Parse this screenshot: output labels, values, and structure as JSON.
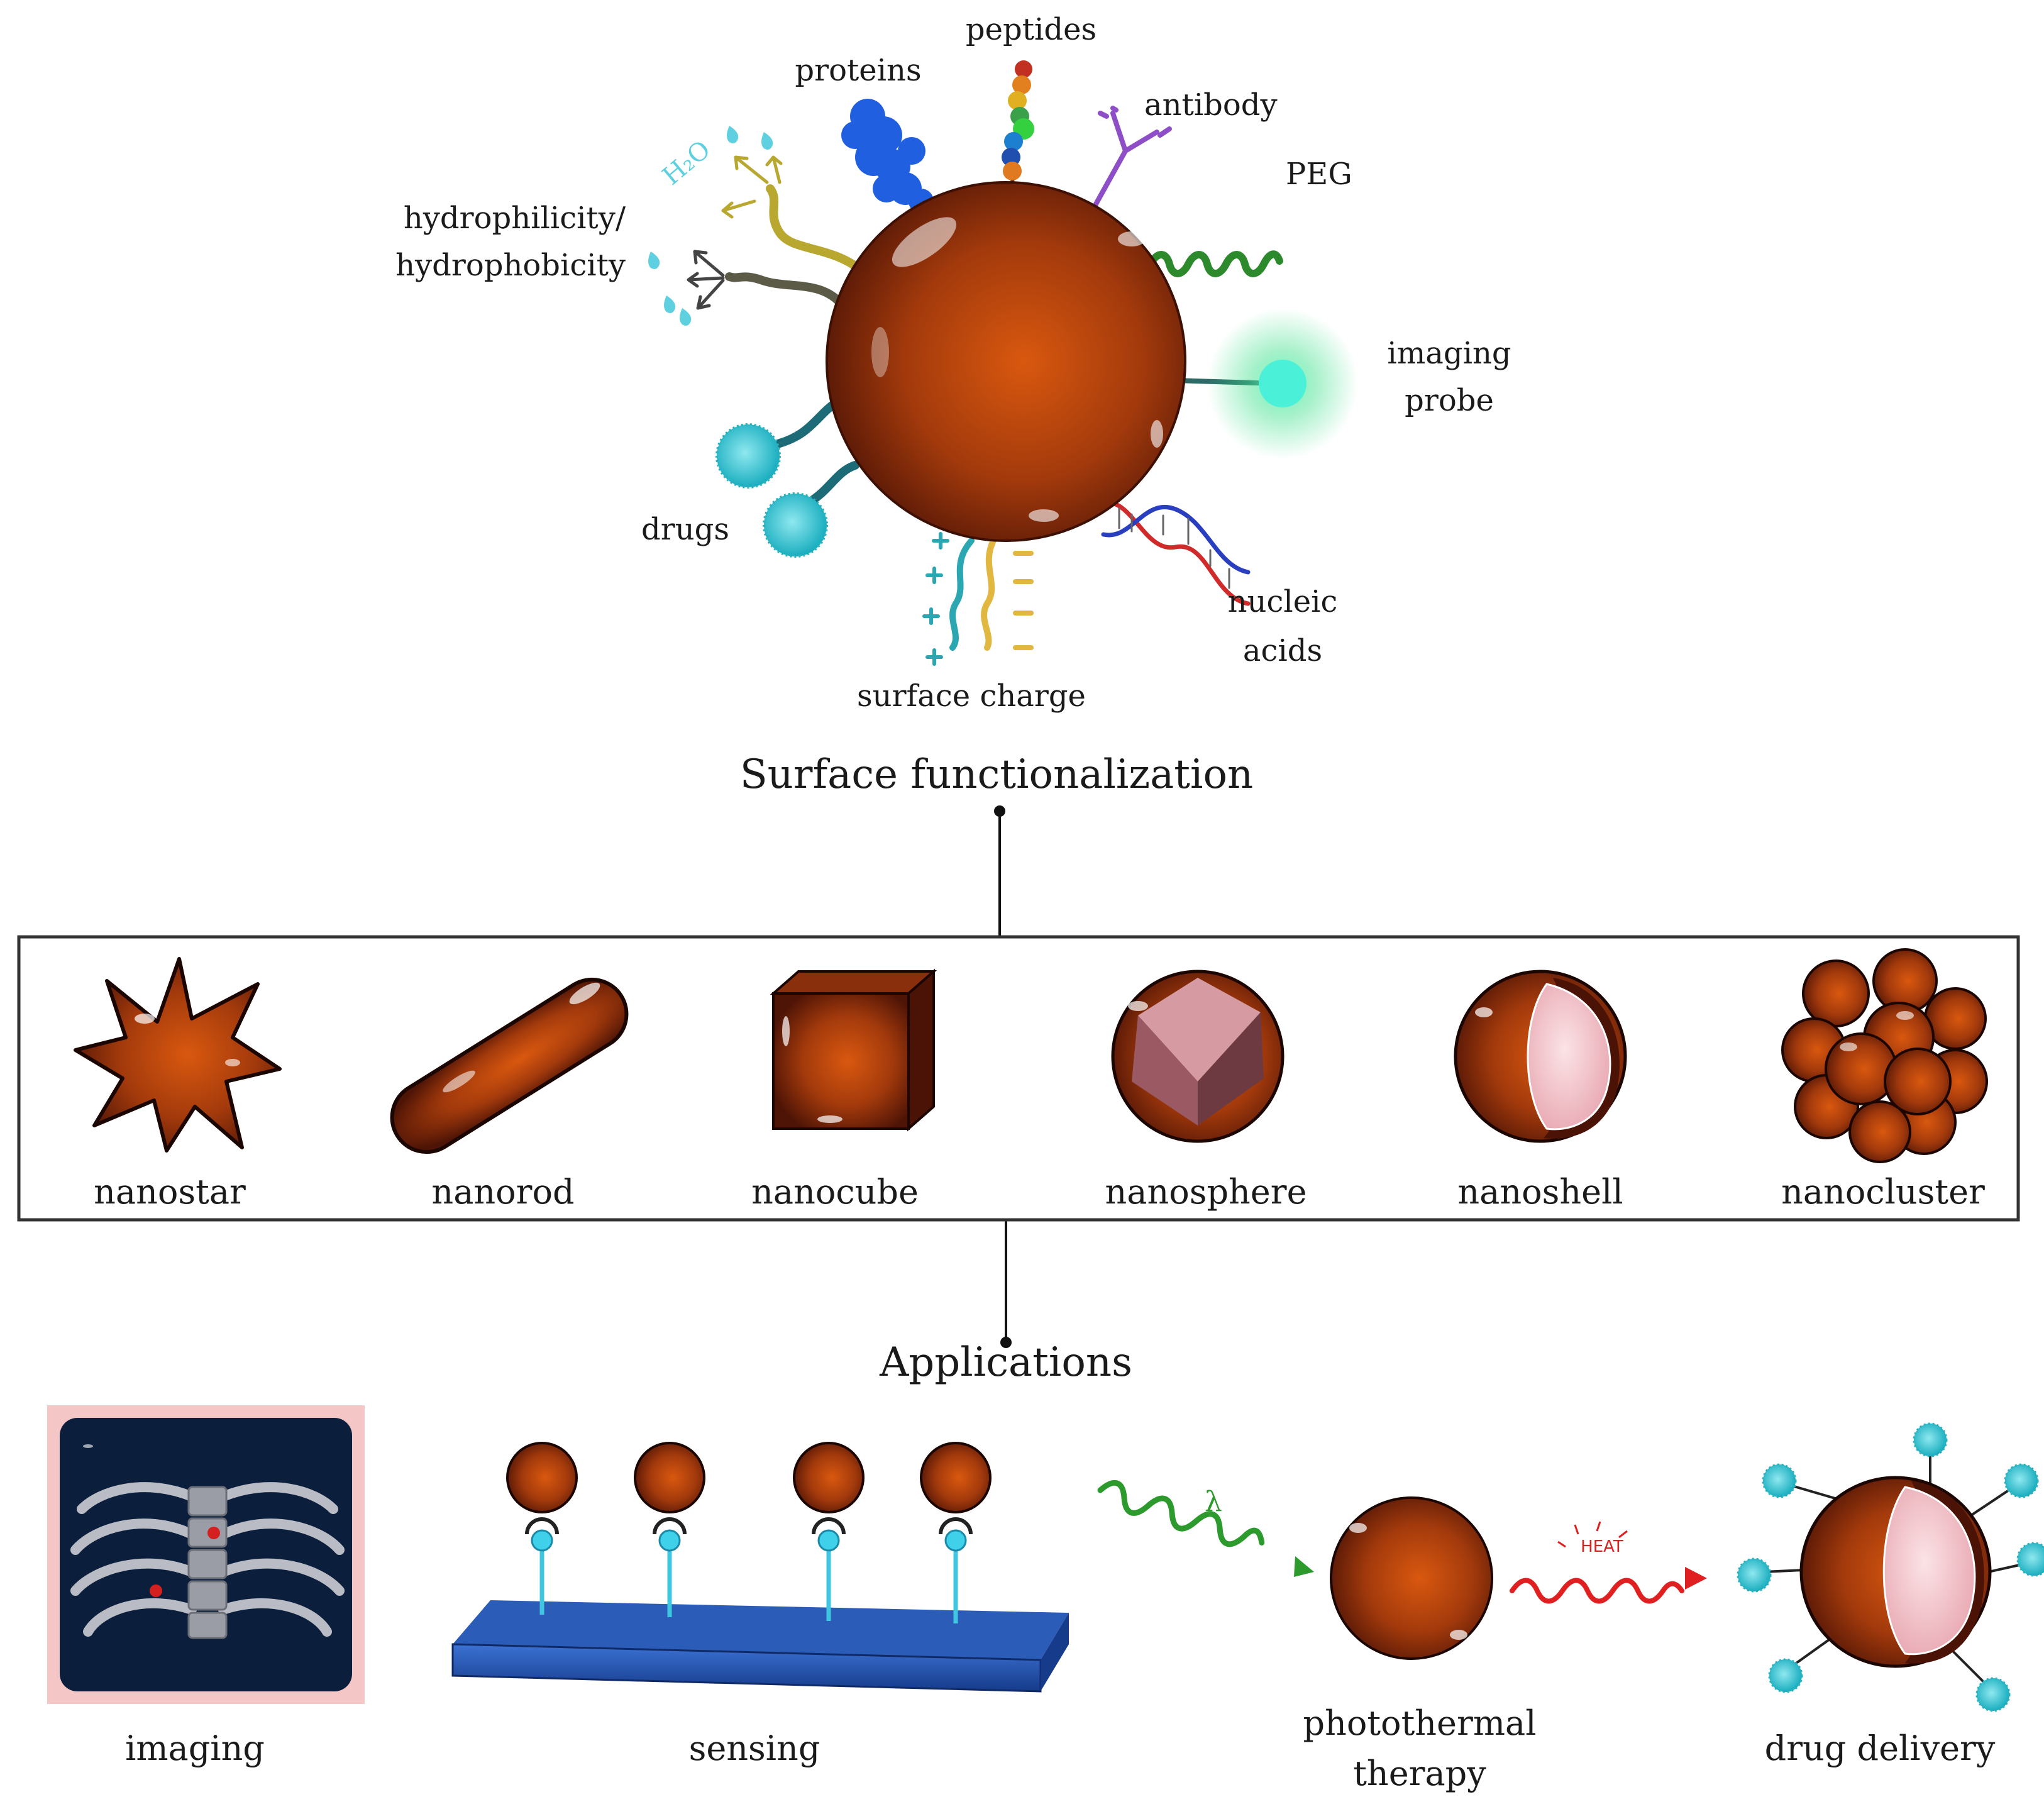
{
  "functionalization": {
    "peptides": "peptides",
    "proteins": "proteins",
    "antibody": "antibody",
    "peg": "PEG",
    "hydro_line1": "hydrophilicity/",
    "hydro_line2": "hydrophobicity",
    "h2o": "H₂O",
    "imaging_line1": "imaging",
    "imaging_line2": "probe",
    "drugs": "drugs",
    "nucleic_line1": "nucleic",
    "nucleic_line2": "acids",
    "surface_charge": "surface charge"
  },
  "headings": {
    "surface_functionalization": "Surface functionalization",
    "applications": "Applications"
  },
  "shapes": [
    "nanostar",
    "nanorod",
    "nanocube",
    "nanosphere",
    "nanoshell",
    "nanocluster"
  ],
  "applications": {
    "imaging": "imaging",
    "sensing": "sensing",
    "photothermal_line1": "photothermal",
    "photothermal_line2": "therapy",
    "drug_delivery": "drug delivery",
    "heat": "HEAT",
    "lambda": "λ"
  },
  "colors": {
    "particle": "#7a2a0c",
    "particle_core": "#d85a12",
    "drug": "#3ec6d4",
    "probe_glow": "#3fe08c",
    "sensor_base": "#1f4fa8"
  }
}
